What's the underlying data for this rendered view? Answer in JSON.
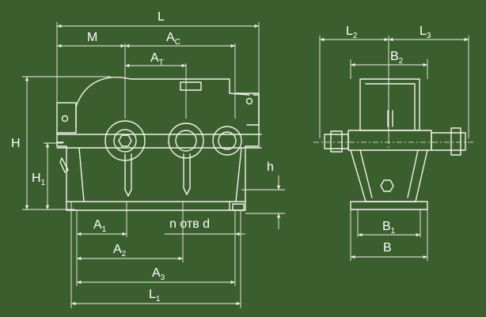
{
  "front_view": {
    "L": {
      "main": "L",
      "sub": ""
    },
    "M": {
      "main": "M",
      "sub": ""
    },
    "Ac": {
      "main": "A",
      "sub": "C"
    },
    "At": {
      "main": "A",
      "sub": "T"
    },
    "H": {
      "main": "H",
      "sub": ""
    },
    "H1": {
      "main": "H",
      "sub": "1"
    },
    "h": {
      "main": "h",
      "sub": ""
    },
    "A1": {
      "main": "A",
      "sub": "1"
    },
    "A2": {
      "main": "A",
      "sub": "2"
    },
    "A3": {
      "main": "A",
      "sub": "3"
    },
    "L1": {
      "main": "L",
      "sub": "1"
    },
    "holes": "n отв d"
  },
  "side_view": {
    "L2": {
      "main": "L",
      "sub": "2"
    },
    "L3": {
      "main": "L",
      "sub": "3"
    },
    "B2": {
      "main": "B",
      "sub": "2"
    },
    "B1": {
      "main": "B",
      "sub": "1"
    },
    "B": {
      "main": "B",
      "sub": ""
    }
  }
}
